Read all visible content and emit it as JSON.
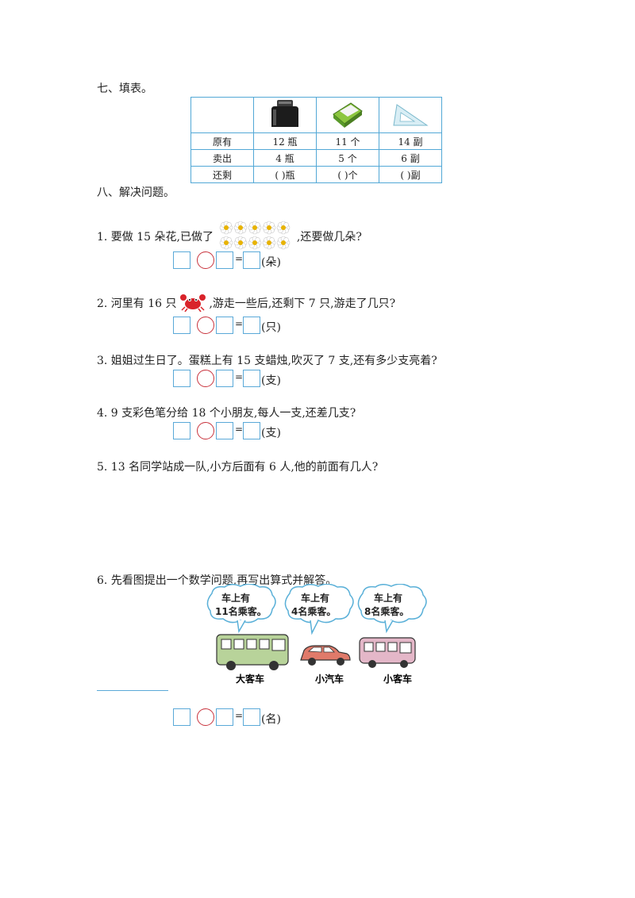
{
  "section7": {
    "title": "七、填表。",
    "table": {
      "header_icons": [
        "ink-bottle-icon",
        "eraser-icon",
        "set-square-icon"
      ],
      "rows": [
        {
          "label": "原有",
          "cells": [
            "12 瓶",
            "11 个",
            "14 副"
          ]
        },
        {
          "label": "卖出",
          "cells": [
            "4 瓶",
            "5 个",
            "6 副"
          ]
        },
        {
          "label": "还剩",
          "cells": [
            "(     )瓶",
            "(     )个",
            "(     )副"
          ]
        }
      ]
    }
  },
  "section8": {
    "title": "八、解决问题。",
    "q1": {
      "before": "1.  要做 15 朵花,已做了",
      "after": ",还要做几朵?",
      "unit": "(朵)",
      "flowers_made": 10
    },
    "q2": {
      "before": "2.  河里有 16 只",
      "after": ",游走一些后,还剩下 7 只,游走了几只?",
      "unit": "(只)"
    },
    "q3": {
      "text": "3.  姐姐过生日了。蛋糕上有 15 支蜡烛,吹灭了 7 支,还有多少支亮着?",
      "unit": "(支)"
    },
    "q4": {
      "text": "4.  9 支彩色笔分给 18 个小朋友,每人一支,还差几支?",
      "unit": "(支)"
    },
    "q5": {
      "text": "5.  13 名同学站成一队,小方后面有 6 人,他的前面有几人?"
    },
    "q6": {
      "text": "6.  先看图提出一个数学问题,再写出算式并解答。",
      "unit": "(名)",
      "bubbles": [
        {
          "line1": "车上有",
          "line2": "11名乘客。"
        },
        {
          "line1": "车上有",
          "line2": "4名乘客。"
        },
        {
          "line1": "车上有",
          "line2": "8名乘客。"
        }
      ],
      "vehicles": [
        "大客车",
        "小汽车",
        "小客车"
      ]
    }
  },
  "equals": "="
}
